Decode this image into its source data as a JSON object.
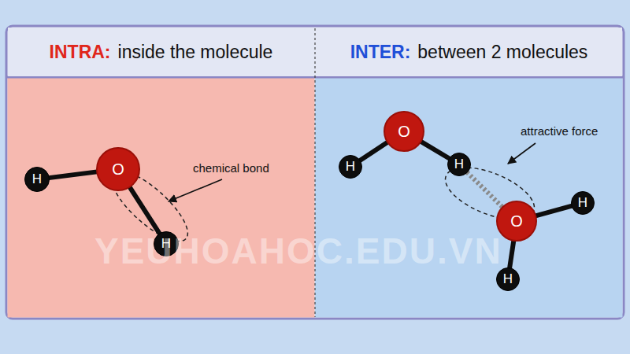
{
  "diagram": {
    "nodes": [
      {
        "text": [
          "INTRA:",
          "inside the molecule"
        ]
      },
      {
        "text": [
          "INTER:",
          "between 2 molecules"
        ]
      },
      {
        "text": [
          "O"
        ]
      },
      {
        "text": [
          "H"
        ]
      },
      {
        "text": [
          "H"
        ]
      },
      {
        "text": [
          "O"
        ]
      },
      {
        "text": [
          "H"
        ]
      },
      {
        "text": [
          "H"
        ]
      },
      {
        "text": [
          "O"
        ]
      },
      {
        "text": [
          "H"
        ]
      },
      {
        "text": [
          "H"
        ]
      }
    ],
    "edges": [
      {
        "from": 2,
        "to": 3,
        "arrow": "none"
      },
      {
        "from": 2,
        "to": 4,
        "arrow": "none"
      },
      {
        "from": 5,
        "to": 6,
        "arrow": "none"
      },
      {
        "from": 5,
        "to": 7,
        "arrow": "none"
      },
      {
        "from": 7,
        "to": 8,
        "arrow": "none"
      },
      {
        "from": 8,
        "to": 9,
        "arrow": "none"
      },
      {
        "from": 8,
        "to": 10,
        "arrow": "none"
      }
    ],
    "labels": [
      "chemical bond",
      "attractive force",
      "YEUHOAHOC.EDU.VN"
    ]
  }
}
